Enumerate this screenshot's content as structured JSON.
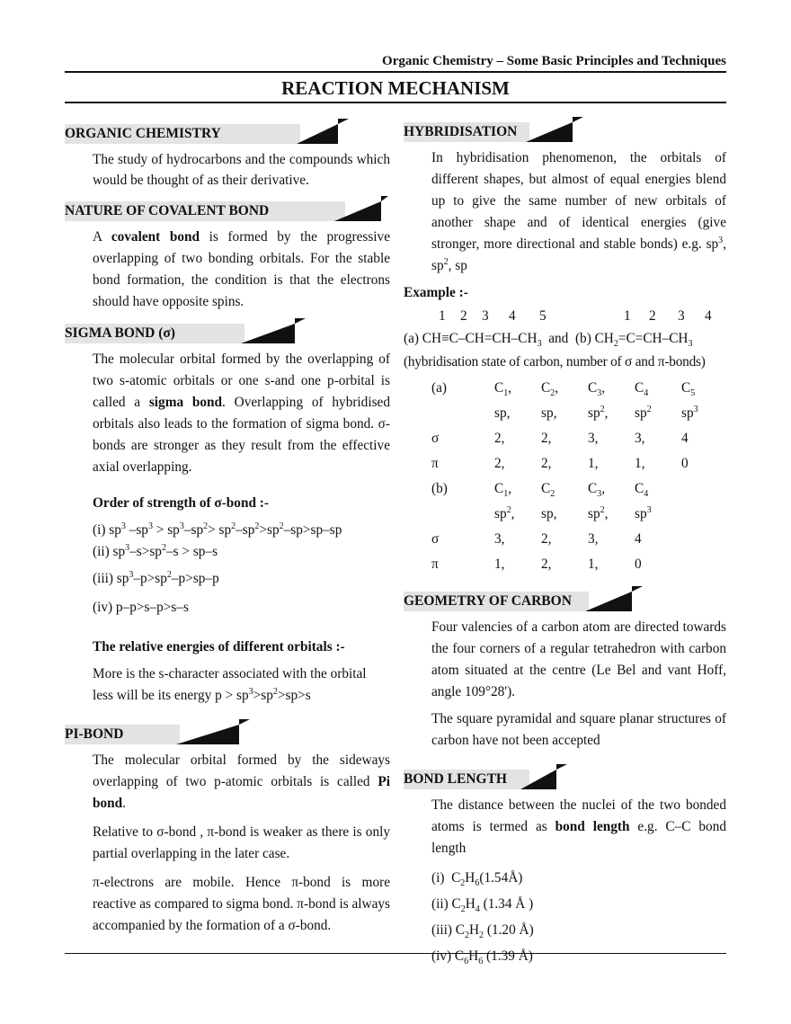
{
  "header": {
    "running_title": "Organic Chemistry – Some Basic Principles and Techniques",
    "page_title": "REACTION MECHANISM"
  },
  "left": {
    "organic": {
      "heading": "ORGANIC CHEMISTRY",
      "text": "The study of hydrocarbons and the compounds which would be thought of as their derivative."
    },
    "covalent": {
      "heading": "NATURE OF COVALENT BOND",
      "text_a": "A ",
      "term": "covalent bond",
      "text_b": " is formed by the progressive overlapping of two bonding orbitals. For the stable bond formation, the condition is that the electrons should have opposite spins."
    },
    "sigma": {
      "heading": "SIGMA BOND (σ)",
      "text_a": "The molecular orbital formed by the overlapping of two s-atomic orbitals or one s-and one p-orbital is called a ",
      "term": "sigma bond",
      "text_b": ". Overlapping of hybridised orbitals also leads to the formation of sigma bond. σ-bonds are stronger as they result from the effective axial overlapping.",
      "order_heading": "Order of strength of σ-bond :-",
      "orders": {
        "i": "(i) sp³ –sp³ > sp³–sp²> sp²–sp²>sp²–sp>sp–sp",
        "ii": "(ii) sp³–s>sp²–s > sp–s",
        "iii": "(iii) sp³–p>sp²–p>sp–p",
        "iv": "(iv) p–p>s–p>s–s"
      },
      "energies_heading": "The relative energies of different orbitals :-",
      "energies_text": "More is the s-character associated with the orbital less will be its energy p > sp³>sp²>sp>s"
    },
    "pi": {
      "heading": "PI-BOND",
      "text_a": "The molecular orbital formed by the sideways overlapping of two p-atomic orbitals is called ",
      "term": "Pi bond",
      "text_b": ".",
      "p2": "Relative to σ-bond , π-bond is weaker as there is only partial overlapping in the later case.",
      "p3": "π-electrons are mobile. Hence π-bond is more reactive as compared to sigma bond. π-bond is always accompanied by the formation of a σ-bond."
    }
  },
  "right": {
    "hybrid": {
      "heading": "HYBRIDISATION",
      "text": "In hybridisation phenomenon, the orbitals of different shapes, but almost of equal energies blend up to give the same number of new orbitals of another shape and of identical energies (give stronger, more directional and stable bonds) e.g. sp³, sp², sp",
      "example_label": "Example :-",
      "numbers_a": [
        "1",
        "2",
        "3",
        "4",
        "5"
      ],
      "numbers_b": [
        "1",
        "2",
        "3",
        "4"
      ],
      "formula_a": "(a) CH≡C–CH=CH–CH₃",
      "and": "and",
      "formula_b": "(b) CH₂=C=CH–CH₃",
      "question": "(hybridisation state of carbon, number of σ and π-bonds)",
      "table_a": {
        "label": "(a)",
        "carbons": [
          "C₁,",
          "C₂,",
          "C₃,",
          "C₄",
          "C₅"
        ],
        "hyb": [
          "sp,",
          "sp,",
          "sp²,",
          "sp²",
          "sp³"
        ],
        "sigma_label": "σ",
        "sigma": [
          "2,",
          "2,",
          "3,",
          "3,",
          "4"
        ],
        "pi_label": "π",
        "pi": [
          "2,",
          "2,",
          "1,",
          "1,",
          "0"
        ]
      },
      "table_b": {
        "label": "(b)",
        "carbons": [
          "C₁,",
          "C₂",
          "C₃,",
          "C₄"
        ],
        "hyb": [
          "sp²,",
          "sp,",
          "sp²,",
          "sp³"
        ],
        "sigma_label": "σ",
        "sigma": [
          "3,",
          "2,",
          "3,",
          "4"
        ],
        "pi_label": "π",
        "pi": [
          "1,",
          "2,",
          "1,",
          "0"
        ]
      }
    },
    "geometry": {
      "heading": "GEOMETRY OF CARBON",
      "p1": "Four valencies of a carbon atom are directed towards the four corners of a regular tetrahedron with carbon atom situated at the centre (Le Bel and vant Hoff, angle 109°28').",
      "p2": "The square pyramidal and square planar structures of carbon have not been accepted"
    },
    "bond_length": {
      "heading": "BOND LENGTH",
      "text_a": "The distance between the nuclei of the two bonded atoms is termed as ",
      "term": "bond length",
      "text_b": " e.g. C–C bond length",
      "items": {
        "i": "(i)  C₂H₆(1.54Å)",
        "ii": "(ii) C₂H₄ (1.34 Å )",
        "iii": "(iii) C₂H₂ (1.20 Å)",
        "iv": "(iv) C₆H₆ (1.39 Å)"
      }
    }
  }
}
